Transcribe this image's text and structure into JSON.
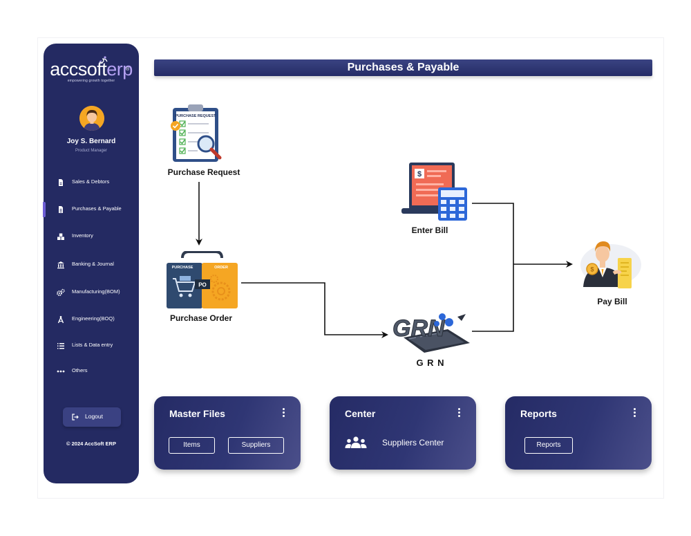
{
  "brand": {
    "name_main": "accsoft",
    "name_accent": "erp",
    "tagline": "empowering growth together",
    "registered": "®"
  },
  "user": {
    "name": "Joy S. Bernard",
    "role": "Product Manager"
  },
  "sidebar": {
    "items": [
      {
        "label": "Sales & Debtors",
        "icon": "document-icon"
      },
      {
        "label": "Purchases & Payable",
        "icon": "document-icon",
        "active": true
      },
      {
        "label": "Inventory",
        "icon": "boxes-icon"
      },
      {
        "label": "Banking & Journal",
        "icon": "bank-icon"
      },
      {
        "label": "Manufacturing(BOM)",
        "icon": "gears-icon"
      },
      {
        "label": "Engineering(BOQ)",
        "icon": "compass-icon"
      },
      {
        "label": "Lists & Data entry",
        "icon": "list-icon"
      },
      {
        "label": "Others",
        "icon": "dots-icon"
      }
    ],
    "logout_label": "Logout",
    "copyright": "© 2024 AccSoft ERP"
  },
  "header": {
    "title": "Purchases & Payable"
  },
  "flow": {
    "purchase_request": {
      "label": "Purchase Request",
      "doc_title": "PURCHASE REQUEST"
    },
    "purchase_order": {
      "label": "Purchase Order",
      "tag_left": "PURCHASE",
      "tag_right": "ORDER",
      "badge": "PO"
    },
    "enter_bill": {
      "label": "Enter Bill"
    },
    "grn": {
      "label": "G R N",
      "art_text": "GRN"
    },
    "pay_bill": {
      "label": "Pay Bill"
    }
  },
  "cards": {
    "master_files": {
      "title": "Master Files",
      "buttons": [
        "Items",
        "Suppliers"
      ]
    },
    "center": {
      "title": "Center",
      "link": "Suppliers Center"
    },
    "reports": {
      "title": "Reports",
      "button": "Reports"
    }
  },
  "colors": {
    "sidebar": "#242a62",
    "accent": "#b5a2f2",
    "card": "#2f3674",
    "header": "#2d3470"
  }
}
